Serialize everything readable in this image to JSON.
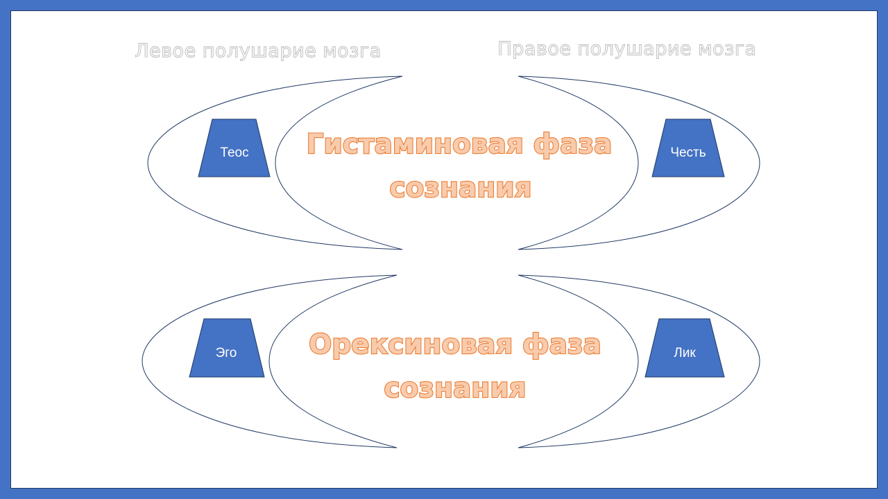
{
  "slide": {
    "background_color": "#ffffff",
    "frame_color": "#4472c4"
  },
  "hemispheres": {
    "left_title": "Левое полушарие мозга",
    "right_title": "Правое полушарие мозга"
  },
  "phases": [
    {
      "line1": "Гистаминовая фаза",
      "line2": "сознания"
    },
    {
      "line1": "Орексиновая фаза",
      "line2": "сознания"
    }
  ],
  "blocks": {
    "top_left": "Теос",
    "top_right": "Честь",
    "bottom_left": "Эго",
    "bottom_right": "Лик"
  },
  "colors": {
    "block_fill": "#4472c4",
    "phase_text_fill": "#f8cbad",
    "phase_text_outline": "#ed7d31",
    "crescent_outline": "#1f3864"
  }
}
